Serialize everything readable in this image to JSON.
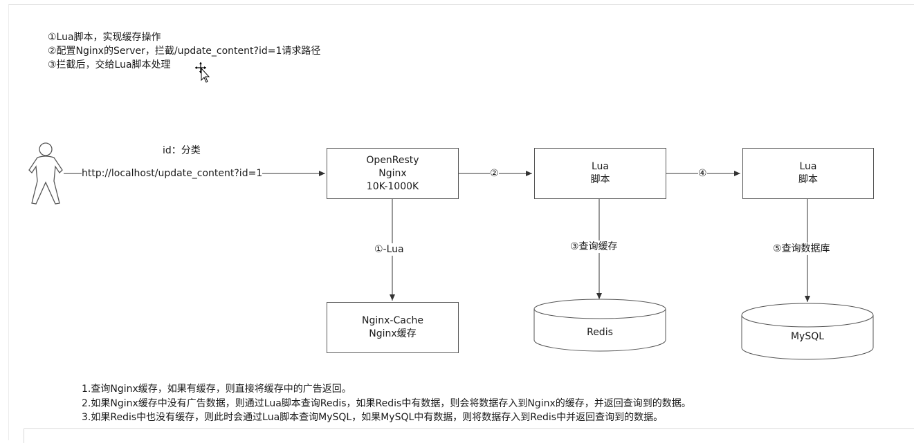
{
  "top_notes": [
    "①Lua脚本，实现缓存操作",
    "②配置Nginx的Server，拦截/update_content?id=1请求路径",
    "③拦截后，交给Lua脚本处理"
  ],
  "diagram": {
    "user_label": "id：分类",
    "request_url": "http://localhost/update_content?id=1",
    "nginx_box": [
      "OpenResty",
      "Nginx",
      "10K-1000K"
    ],
    "lua_box_1": [
      "Lua",
      "脚本"
    ],
    "lua_box_2": [
      "Lua",
      "脚本"
    ],
    "cache_box": [
      "Nginx-Cache",
      "Nginx缓存"
    ],
    "edge_2": "②",
    "edge_4": "④",
    "edge_lua": "①-Lua",
    "edge_redis": "③查询缓存",
    "edge_mysql": "⑤查询数据库",
    "redis": "Redis",
    "mysql": "MySQL"
  },
  "bottom_notes": [
    "1.查询Nginx缓存，如果有缓存，则直接将缓存中的广告返回。",
    "2.如果Nginx缓存中没有广告数据，则通过Lua脚本查询Redis，如果Redis中有数据，则会将数据存入到Nginx的缓存，并返回查询到的数据。",
    "3.如果Redis中也没有缓存，则此时会通过Lua脚本查询MySQL，如果MySQL中有数据，则将数据存入到Redis中并返回查询到的数据。"
  ]
}
